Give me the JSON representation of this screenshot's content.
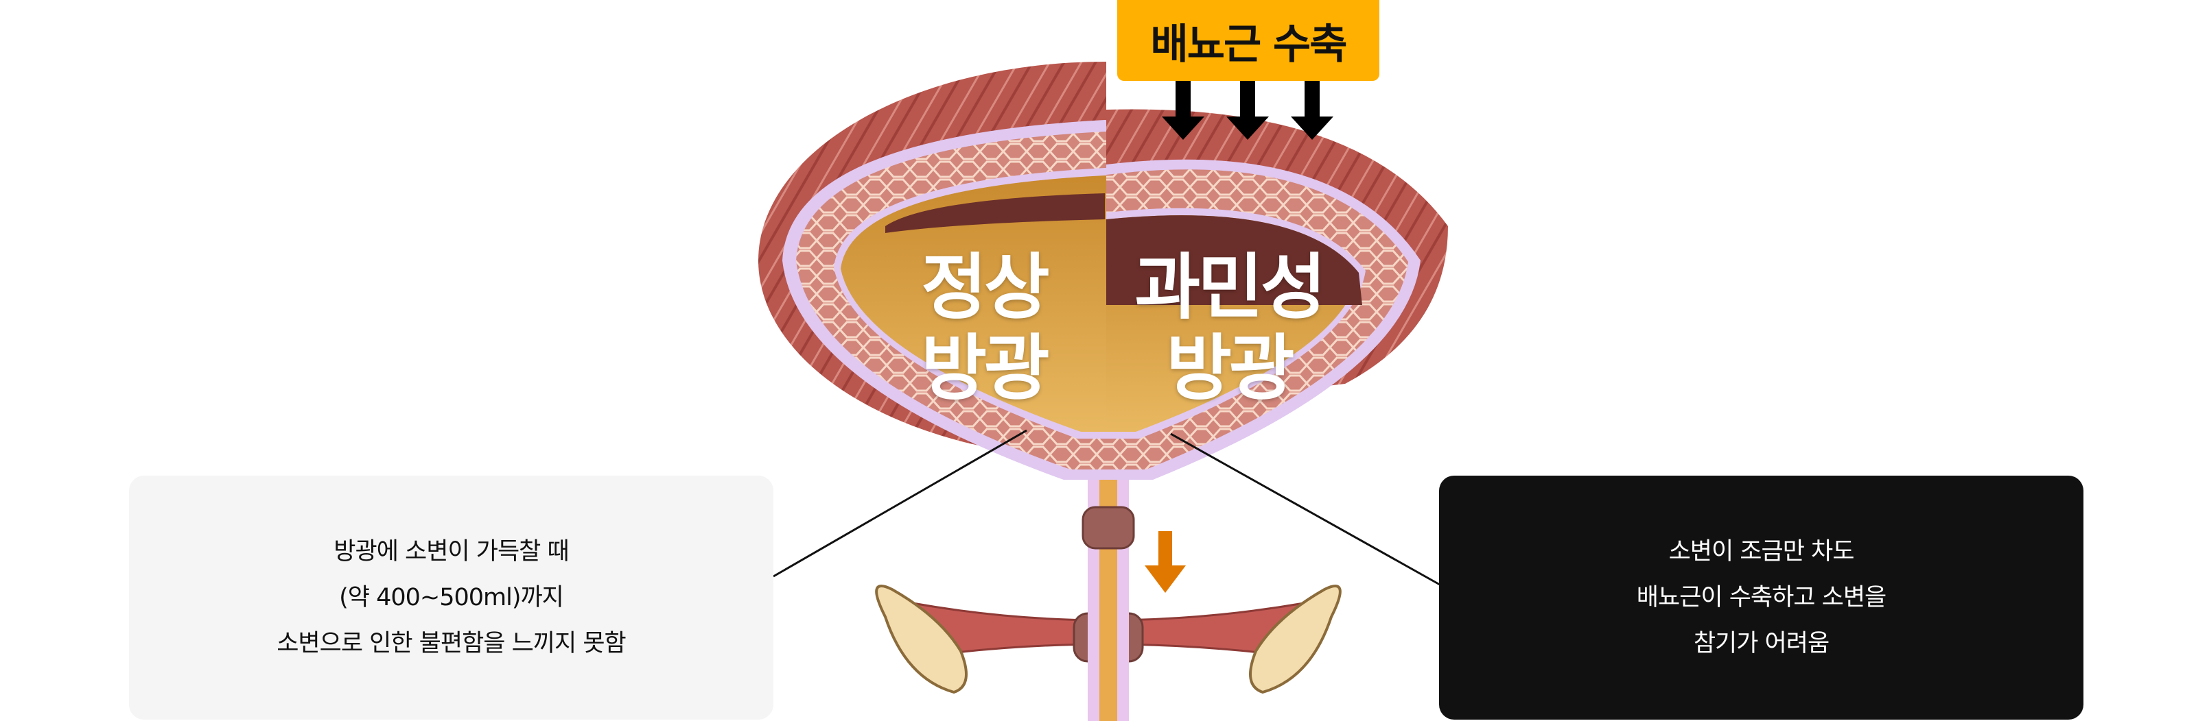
{
  "contraction_tag": "배뇨근 수축",
  "normal_label": [
    "정상",
    "방광"
  ],
  "overactive_label": [
    "과민성",
    "방광"
  ],
  "normal_box": [
    "방광에 소변이 가득찰 때",
    "(약 400~500ml)까지",
    "소변으로 인한 불편함을 느끼지 못함"
  ],
  "overactive_box": [
    "소변이 조금만 차도",
    "배뇨근이 수축하고 소변을",
    "참기가 어려움"
  ],
  "colors": {
    "tag": "#ffb000",
    "normal_box_bg": "#f5f5f5",
    "overactive_box_bg": "#111111",
    "urine_arrow": "#e07800"
  }
}
